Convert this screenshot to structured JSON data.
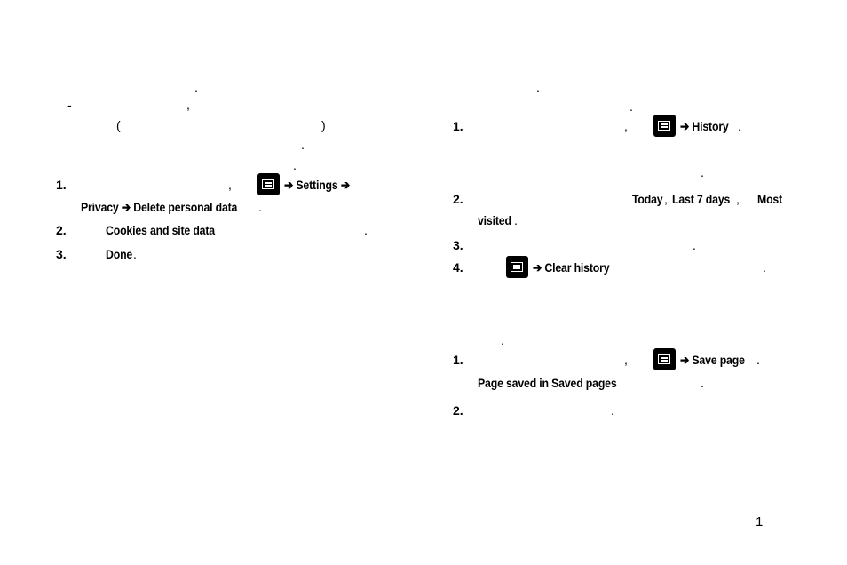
{
  "left_column": {
    "fragments": {
      "p1_dot": ".",
      "p1_dash": "-",
      "p1_comma": ",",
      "p1_open_paren": "(",
      "p1_close_paren": ")",
      "p1_dot2": ".",
      "p1_dot3": "."
    },
    "steps": [
      {
        "number": "1.",
        "comma": ",",
        "action": "➔ Settings ➔",
        "line2": "Privacy ➔ Delete personal data",
        "line2_end": "."
      },
      {
        "number": "2.",
        "target": "Cookies and site data",
        "end": "."
      },
      {
        "number": "3.",
        "target": "Done",
        "end": "."
      }
    ]
  },
  "right_column": {
    "history": {
      "intro_dot": ".",
      "intro_dot2": ".",
      "steps": [
        {
          "number": "1.",
          "comma": ",",
          "action": "➔ History",
          "end": ".",
          "note_dot": "."
        },
        {
          "number": "2.",
          "options_a": "Today",
          "sep": ",",
          "options_b": "Last 7 days",
          "sep2": ",",
          "options_c": "Most",
          "options_c2": "visited",
          "end": "."
        },
        {
          "number": "3.",
          "end": "."
        },
        {
          "number": "4.",
          "action": "➔ Clear history",
          "end": "."
        }
      ]
    },
    "save": {
      "intro_dot": ".",
      "steps": [
        {
          "number": "1.",
          "comma": ",",
          "action": "➔ Save page",
          "end": ".",
          "line2": "Page saved in Saved pages",
          "line2_end": "."
        },
        {
          "number": "2.",
          "end": "."
        }
      ]
    }
  },
  "footer": {
    "page_number": "1"
  },
  "icons": {
    "menu_key": "menu-key-icon"
  }
}
